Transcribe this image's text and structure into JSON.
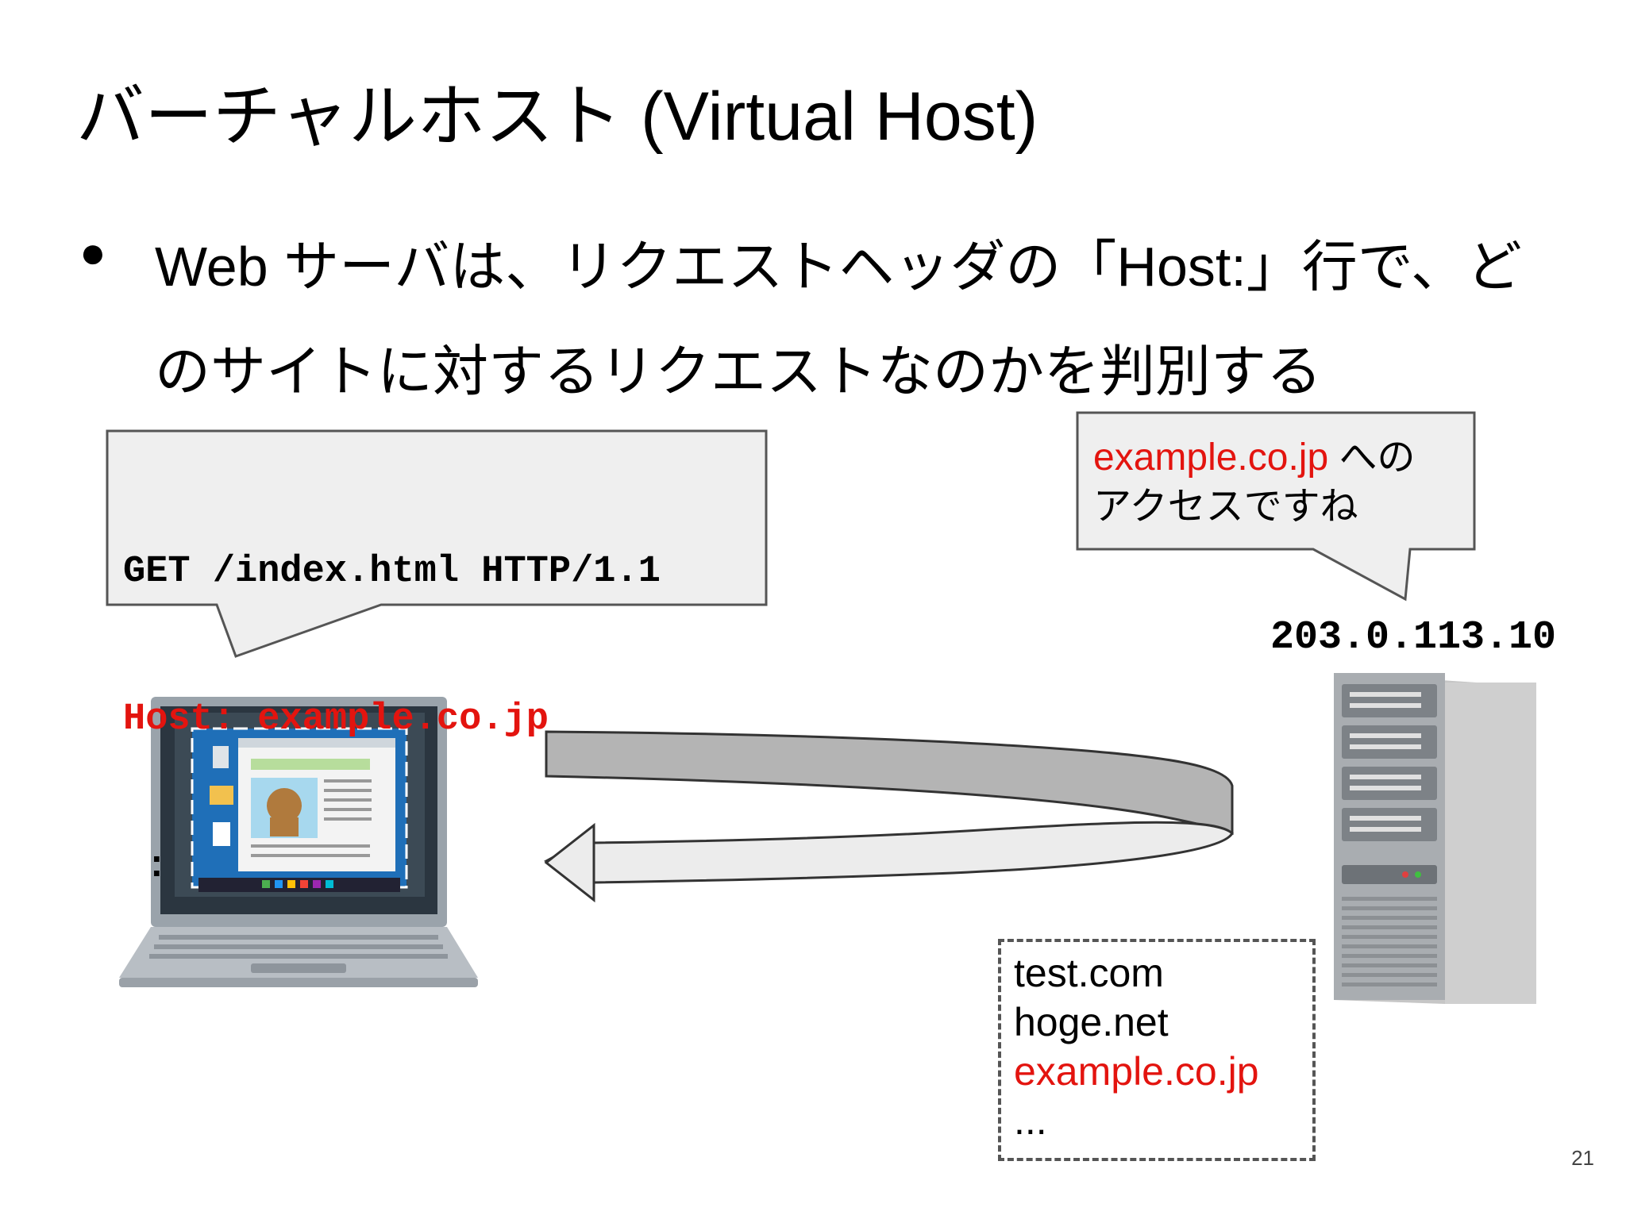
{
  "title": "バーチャルホスト (Virtual Host)",
  "bullet": {
    "dot": "●",
    "text": "Web サーバは、リクエストヘッダの「Host:」行で、どのサイトに対するリクエストなのかを判別する"
  },
  "request": {
    "line1": "GET /index.html HTTP/1.1",
    "host_label": "Host:",
    "host_value": "example.co.jp",
    "line3": " :"
  },
  "server_reply": {
    "domain": "example.co.jp",
    "suffix": " への",
    "line2": "アクセスですね"
  },
  "server_ip": "203.0.113.10",
  "virtual_hosts": {
    "items": [
      "test.com",
      "hoge.net"
    ],
    "active": "example.co.jp",
    "more": "..."
  },
  "page_number": "21",
  "colors": {
    "highlight": "#e3140f",
    "bubble_fill": "#efefef",
    "bubble_stroke": "#555555",
    "arrow_fill": "#b4b4b4"
  },
  "icons": [
    "laptop-icon",
    "server-tower-icon",
    "round-trip-arrow-icon"
  ]
}
